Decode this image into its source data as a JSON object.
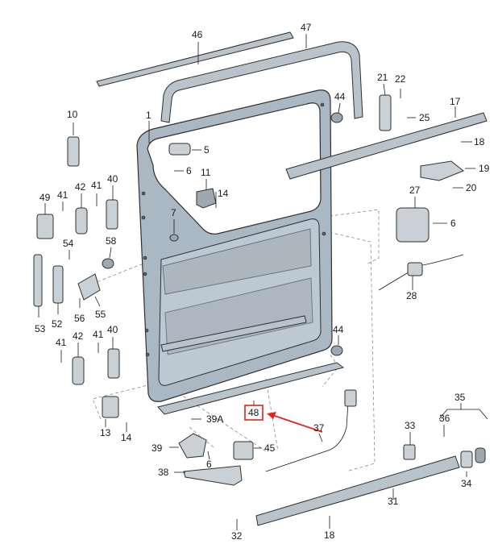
{
  "callouts": {
    "c1": "1",
    "c5": "5",
    "c6a": "6",
    "c6b": "6",
    "c6c": "6",
    "c7": "7",
    "c10": "10",
    "c11": "11",
    "c13": "13",
    "c14a": "14",
    "c14b": "14",
    "c17": "17",
    "c18a": "18",
    "c18b": "18",
    "c19": "19",
    "c20": "20",
    "c21": "21",
    "c22": "22",
    "c25": "25",
    "c27": "27",
    "c28": "28",
    "c31": "31",
    "c32": "32",
    "c33": "33",
    "c34": "34",
    "c35": "35",
    "c36": "36",
    "c37": "37",
    "c38": "38",
    "c39": "39",
    "c39a": "39A",
    "c40a": "40",
    "c40b": "40",
    "c41a": "41",
    "c41b": "41",
    "c41c": "41",
    "c41d": "41",
    "c42a": "42",
    "c42b": "42",
    "c44a": "44",
    "c44b": "44",
    "c45": "45",
    "c46": "46",
    "c47": "47",
    "c48": "48",
    "c49": "49",
    "c52": "52",
    "c53": "53",
    "c54": "54",
    "c55": "55",
    "c56": "56",
    "c58": "58"
  },
  "highlight": {
    "part": "48",
    "box_color": "#e0231c",
    "arrow_color": "#e0231c"
  }
}
